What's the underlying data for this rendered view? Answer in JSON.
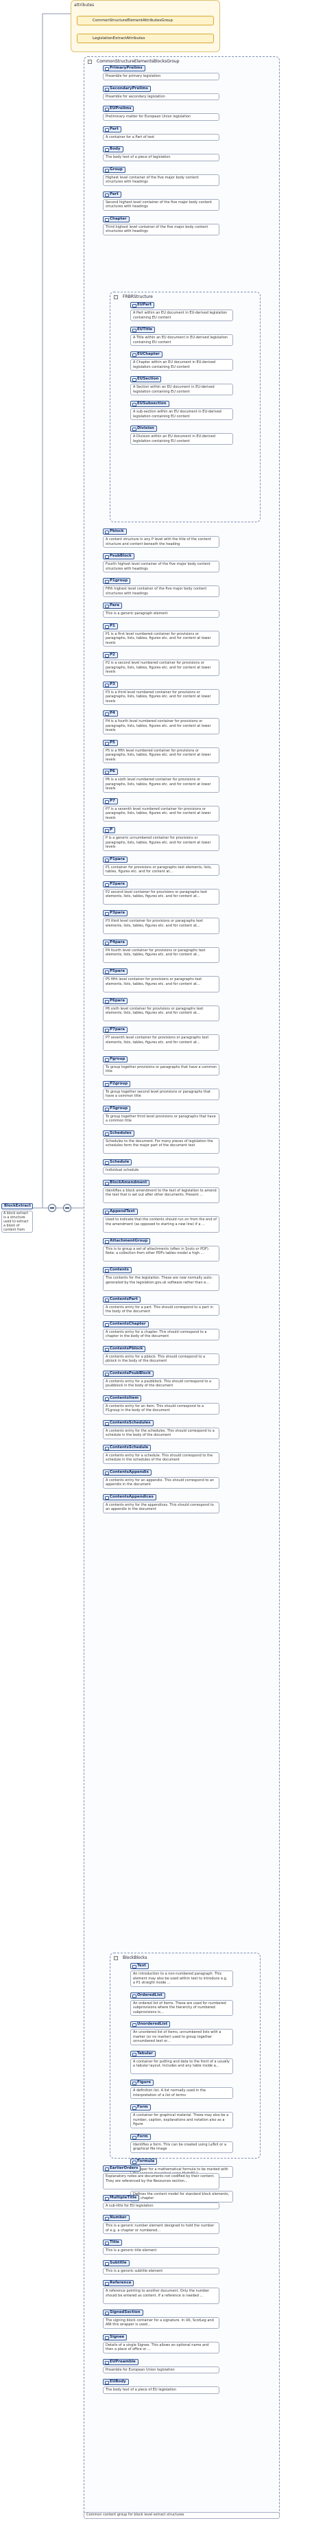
{
  "diagram": {
    "root": {
      "name": "BlockExtract",
      "description": "A block extract is a structure used to extract a block of content from another legislation document or from other legislation"
    },
    "attributes": {
      "heading": "attributes",
      "items": [
        {
          "label": "CommonStructureElementAttributesGroup"
        },
        {
          "label": "LegislationExtractAttributes"
        }
      ]
    },
    "main_group": {
      "label": "CommonStructureElementsBlocksGroup"
    },
    "structure_group": {
      "label": "FRBRStructure"
    },
    "block_group": {
      "label": "BlockBlocks"
    },
    "elements": [
      {
        "name": "PrimaryPrelims",
        "desc": "Preamble for primary legislation"
      },
      {
        "name": "SecondaryPrelims",
        "desc": "Preamble for secondary legislation"
      },
      {
        "name": "EUPrelims",
        "desc": "Preliminary matter for European Union legislation"
      },
      {
        "name": "Part",
        "desc": "A container for a Part of text"
      },
      {
        "name": "Body",
        "desc": "The body text of a piece of legislation"
      },
      {
        "name": "Group",
        "desc": "Highest level container of the five major body content structures with headings"
      },
      {
        "name": "Part",
        "desc": "Second highest level container of the five major body content structures with headings"
      },
      {
        "name": "Chapter",
        "desc": "Third highest level container of the five major body content structures with headings"
      },
      {
        "name": "EUPart",
        "desc": "A Part within an EU document in EU-derived legislation containing EU content"
      },
      {
        "name": "EUTitle",
        "desc": "A Title within an EU document in EU-derived legislation containing EU content"
      },
      {
        "name": "EUChapter",
        "desc": "A Chapter within an EU document in EU-derived legislation containing EU content"
      },
      {
        "name": "EUSection",
        "desc": "A Section within an EU document in EU-derived legislation containing EU content"
      },
      {
        "name": "EUSubsection",
        "desc": "A sub-section within an EU document in EU-derived legislation containing EU content"
      },
      {
        "name": "Division",
        "desc": "A Division within an EU document in EU-derived legislation containing EU content"
      },
      {
        "name": "Pblock",
        "desc": "A content structure in any P level with the title of the content structure and content beneath the heading"
      },
      {
        "name": "PsubBlock",
        "desc": "Fourth highest level container of the five major body content structures with headings"
      },
      {
        "name": "P1group",
        "desc": "Fifth highest level container of the five major body content structures with headings"
      },
      {
        "name": "Para",
        "desc": "This is a generic paragraph element"
      },
      {
        "name": "P1",
        "desc": "P1 is a first level numbered container for provisions or paragraphs, lists, tables, figures etc. and for content at lower levels"
      },
      {
        "name": "P2",
        "desc": "P2 is a second level numbered container for provisions or paragraphs, lists, tables, figures etc. and for content at lower levels"
      },
      {
        "name": "P3",
        "desc": "P3 is a third level numbered container for provisions or paragraphs, lists, tables, figures etc. and for content at lower levels"
      },
      {
        "name": "P4",
        "desc": "P4 is a fourth level numbered container for provisions or paragraphs, lists, tables, figures etc. and for content at lower levels"
      },
      {
        "name": "P5",
        "desc": "P5 is a fifth level numbered container for provisions or paragraphs, lists, tables, figures etc. and for content at lower levels"
      },
      {
        "name": "P6",
        "desc": "P6 is a sixth level numbered container for provisions or paragraphs, lists, tables, figures etc. and for content at lower levels"
      },
      {
        "name": "P7",
        "desc": "P7 is a seventh level numbered container for provisions or paragraphs, lists, tables, figures etc. and for content at lower levels"
      },
      {
        "name": "P",
        "desc": "P is a generic unnumbered container for provisions or paragraphs, lists, tables, figures etc. and for content at lower levels"
      },
      {
        "name": "P1para",
        "desc": "P1 container for provisions or paragraphs text elements, lists, tables, figures etc. and for content at..."
      },
      {
        "name": "P2para",
        "desc": "P2 second level container for provisions or paragraphs text elements, lists, tables, figures etc. and for content at..."
      },
      {
        "name": "P3para",
        "desc": "P3 third level container for provisions or paragraphs text elements, lists, tables, figures etc. and for content at..."
      },
      {
        "name": "P4para",
        "desc": "P4 fourth level container for provisions or paragraphs text elements, lists, tables, figures etc. and for content at..."
      },
      {
        "name": "P5para",
        "desc": "P5 fifth level container for provisions or paragraphs text elements, lists, tables, figures etc. and for content at..."
      },
      {
        "name": "P6para",
        "desc": "P6 sixth level container for provisions or paragraphs text elements, lists, tables, figures etc. and for content at..."
      },
      {
        "name": "P7para",
        "desc": "P7 seventh level container for provisions or paragraphs text elements, lists, tables, figures etc. and for content at..."
      },
      {
        "name": "Pgroup",
        "desc": "To group together provisions or paragraphs that have a common title"
      },
      {
        "name": "P2group",
        "desc": "To group together second level provisions or paragraphs that have a common title"
      },
      {
        "name": "P3group",
        "desc": "To group together third level provisions or paragraphs that have a common title"
      },
      {
        "name": "Schedules",
        "desc": "Schedules to the document. For many pieces of legislation the schedules form the major part of the document text"
      },
      {
        "name": "Schedule",
        "desc": "Individual schedule"
      },
      {
        "name": "BlockAmendment",
        "desc": "Identifies a block amendment to the text of legislation to amend the text that is set out after other documents. Present ..."
      },
      {
        "name": "AppendText",
        "desc": "Used to indicate that the contents should run on from the end of the amendment (as opposed to starting a new line) if a ..."
      },
      {
        "name": "AttachmentGroup",
        "desc": "This is to group a set of attachments (often in Scots or PDF). Note: a collection from other PDFs tables model a high ..."
      },
      {
        "name": "Contents",
        "desc": "The contents for the legislation. These are now normally auto-generated by the legislation.gov.uk software rather than e..."
      },
      {
        "name": "ContentsPart",
        "desc": "A contents entry for a part. This should correspond to a part in the body of the document"
      },
      {
        "name": "ContentsChapter",
        "desc": "A contents entry for a chapter. This should correspond to a chapter in the body of the document"
      },
      {
        "name": "ContentsPblock",
        "desc": "A contents entry for a pblock. This should correspond to a pblock in the body of the document"
      },
      {
        "name": "ContentsPsubBlock",
        "desc": "A contents entry for a psubblock. This should correspond to a psubblock in the body of the document"
      },
      {
        "name": "ContentsItem",
        "desc": "A contents entry for an item. This should correspond to a P1group in the body of the document"
      },
      {
        "name": "ContentsSchedules",
        "desc": "A contents entry for the schedules. This should correspond to a schedule in the body of the document"
      },
      {
        "name": "ContentsSchedule",
        "desc": "A contents entry for a schedule. This should correspond to the schedule in the schedules of the document"
      },
      {
        "name": "ContentsAppendix",
        "desc": "A contents entry for an appendix. This should correspond to an appendix in the document"
      },
      {
        "name": "ContentsAppendices",
        "desc": "A contents entry for the appendices. This should correspond to an appendix in the document"
      },
      {
        "name": "Text",
        "desc": "An introduction to a non-numbered paragraph. This element may also be used within text to introduce e.g. a P1 straight inside ..."
      },
      {
        "name": "OrderedList",
        "desc": "An ordered list of items. These are used for numbered subprovisions where the hierarchy of numbered subprovisions is..."
      },
      {
        "name": "UnorderedList",
        "desc": "An unordered list of items, unnumbered lists with a marker (or no marker) used to group together unnumbered text or..."
      },
      {
        "name": "Tabular",
        "desc": "A container for putting and data to the front of a usually a tabular layout. Includes and any table inside a..."
      },
      {
        "name": "Figure",
        "desc": "A definition list. A list normally used in the interpretation of a list of terms"
      },
      {
        "name": "Form",
        "desc": "A container for graphical material. These may also be a number, caption, explanations and notation also as a figure"
      },
      {
        "name": "Form",
        "desc": "Identifies a form. This can be created using LaTeX or a graphical file image"
      },
      {
        "name": "Formula",
        "desc": "Wrapper for a mathematical formula to be marked with the content described using MathML()..."
      },
      {
        "name": "ExplanatoryNotes",
        "desc": "Defines the content model for standard block elements, e.g. chapter"
      },
      {
        "name": "EarlierOrders",
        "desc": "Explanatory notes are documents not codified by their content. They are referenced by the Resources section..."
      },
      {
        "name": "MultipleTitle",
        "desc": "A sub-title for EU legislation"
      },
      {
        "name": "Number",
        "desc": "This is a generic number element designed to hold the number of e.g. a chapter or numbered..."
      },
      {
        "name": "Title",
        "desc": "This is a generic title element"
      },
      {
        "name": "Subtitle",
        "desc": "This is a generic subtitle element"
      },
      {
        "name": "Reference",
        "desc": "A reference pointing to another document. Only the number should be entered as content. If a reference is needed ..."
      },
      {
        "name": "SignedSection",
        "desc": "The signing block container for a signature. In UK, ScotLeg and ANI this wrapper is used..."
      },
      {
        "name": "Signee",
        "desc": "Details of a single Signee. This allows an optional name and then a place of office or ..."
      },
      {
        "name": "EUPreamble",
        "desc": "Preamble for European Union legislation"
      },
      {
        "name": "EUBody",
        "desc": "The body text of a piece of EU legislation"
      }
    ],
    "footer_desc": "Common content group for block level extract structures"
  }
}
